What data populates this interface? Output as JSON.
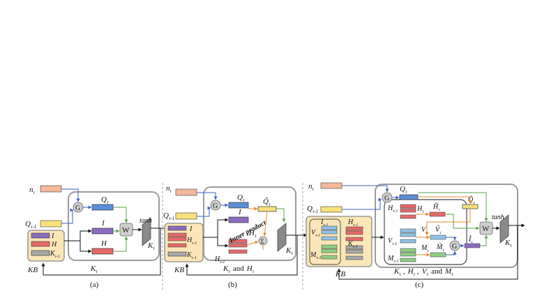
{
  "colors": {
    "box_stroke": "#9b9b9b",
    "box_fill": "#ffffff",
    "kb_fill": "#fbe6b8",
    "n_block": "#f4b89a",
    "q_block": "#f9e07a",
    "qt_block": "#5b8fd6",
    "i_block": "#8b6cc0",
    "h_block": "#e46a6a",
    "k_block": "#a8a8a8",
    "v_block": "#8fc3e6",
    "m_block": "#8fcf84",
    "blue_line": "#3b62c4",
    "green_line": "#5aa24a",
    "orange_line": "#e98a2a",
    "black_line": "#111111"
  },
  "panel_a": {
    "n_label": "n",
    "n_sub": "τ",
    "q_label": "Q",
    "q_sub": "τ-1",
    "g_label": "G",
    "qt_label": "Q",
    "qt_sub": "τ",
    "i_label": "I",
    "h_label": "H",
    "w_label": "W",
    "tanh_label": "tanh",
    "k_label": "K",
    "k_sub": "τ",
    "kb_i": "I",
    "kb_h": "H",
    "kb_k": "K",
    "kb_k_sub": "τ-1",
    "kb_label": "KB",
    "feedback_label": "K",
    "feedback_sub": "τ",
    "caption": "(a)"
  },
  "panel_b": {
    "n_label": "n",
    "n_sub": "τ",
    "q_label": "Q",
    "q_sub": "τ-1",
    "g_label": "G",
    "qt_label": "Q",
    "qt_sub": "τ",
    "qtilde_label": "Q̃",
    "qtilde_sub": "τ",
    "i_label": "I",
    "inner_product": "Inner product",
    "sigma": "Σ",
    "h_label": "H",
    "h_sub": "τ",
    "hprev_label": "H",
    "hprev_sub": "τ-1",
    "k_label": "K",
    "k_sub": "τ",
    "kb_i": "I",
    "kb_h": "H",
    "kb_h_sub": "τ-1",
    "kb_k": "K",
    "kb_k_sub": "τ-1",
    "kb_label": "KB",
    "feedback_k": "K",
    "feedback_k_sub": "τ",
    "feedback_and": "and",
    "feedback_h": "H",
    "feedback_h_sub": "τ",
    "caption": "(b)"
  },
  "panel_c": {
    "n_label": "n",
    "n_sub": "τ",
    "q_label": "Q",
    "q_sub": "τ-1",
    "g_label": "G",
    "qt_label": "Q",
    "qt_sub": "τ",
    "hprev_label": "H",
    "hprev_sub": "τ-1",
    "h_label": "H",
    "h_sub": "τ",
    "htilde_label": "H̃",
    "htilde_sub": "τ",
    "qtilde_label": "Q̃",
    "qtilde_sub": "τ",
    "vprev_label": "V",
    "vprev_sub": "τ-1",
    "v_label": "V",
    "v_sub": "τ",
    "vtilde_label": "Ṽ",
    "vtilde_sub": "τ",
    "mprev_label": "M",
    "mprev_sub": "τ-1",
    "m_label": "M",
    "m_sub": "τ",
    "mtilde_label": "M̃",
    "mtilde_sub": "τ",
    "g2_label": "G",
    "itilde_label": "Ĩ",
    "itilde_sub": "τ",
    "w_label": "W",
    "tanh_label": "tanh",
    "k_label": "K",
    "k_sub": "τ",
    "kb_i": "I",
    "kb_i_sub": "τ-1",
    "kb_h": "H",
    "kb_h_sub": "τ-1",
    "kb_v": "V",
    "kb_v_sub": "τ-1",
    "kb_k": "K",
    "kb_k_sub": "τ-1",
    "kb_m": "M",
    "kb_m_sub": "τ-1",
    "kb_label": "KB",
    "feedback_text": "K",
    "feedback_k_sub": "τ",
    "feedback_comma1": ",",
    "feedback_h": "H",
    "feedback_h_sub": "τ",
    "feedback_comma2": ",",
    "feedback_v": "V",
    "feedback_v_sub": "τ",
    "feedback_and": "and",
    "feedback_m": "M",
    "feedback_m_sub": "τ",
    "caption": "(c)"
  }
}
